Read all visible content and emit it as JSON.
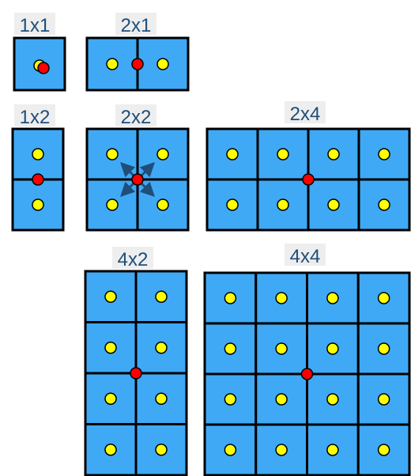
{
  "colors": {
    "cell_fill": "#3fa9f5",
    "grid_line": "#000000",
    "sample_point": "#ffff00",
    "center_point": "#ff0000",
    "arrow": "#1f4e79",
    "label_background": "#eeeeee",
    "label_text": "#1f4e79"
  },
  "grids": [
    {
      "id": "g1x1",
      "label": "1x1",
      "rows": 1,
      "cols": 1,
      "has_arrows": false
    },
    {
      "id": "g2x1",
      "label": "2x1",
      "rows": 1,
      "cols": 2,
      "has_arrows": false
    },
    {
      "id": "g1x2",
      "label": "1x2",
      "rows": 2,
      "cols": 1,
      "has_arrows": false
    },
    {
      "id": "g2x2",
      "label": "2x2",
      "rows": 2,
      "cols": 2,
      "has_arrows": true
    },
    {
      "id": "g2x4",
      "label": "2x4",
      "rows": 2,
      "cols": 4,
      "has_arrows": false
    },
    {
      "id": "g4x2",
      "label": "4x2",
      "rows": 4,
      "cols": 2,
      "has_arrows": false
    },
    {
      "id": "g4x4",
      "label": "4x4",
      "rows": 4,
      "cols": 4,
      "has_arrows": false
    }
  ]
}
